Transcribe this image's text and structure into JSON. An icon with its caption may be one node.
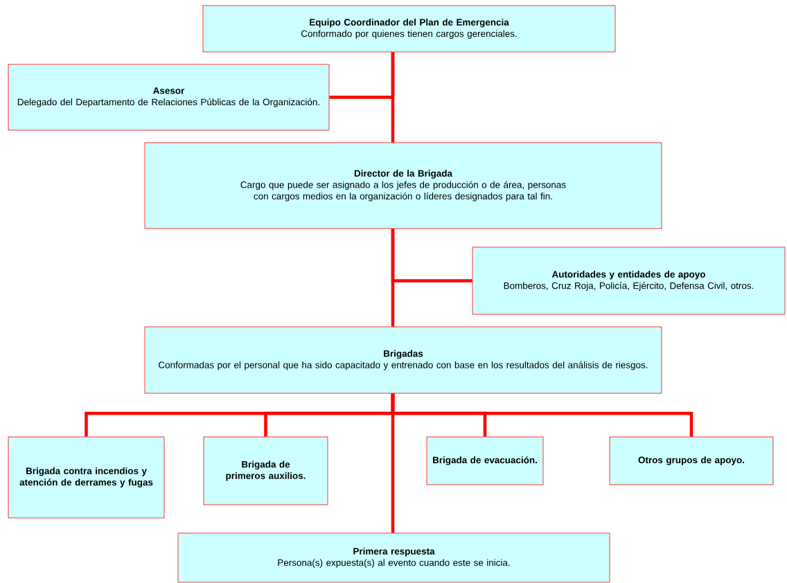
{
  "diagram": {
    "nodes": [
      {
        "text": [
          "Equipo Coordinador del Plan de Emergencia",
          "Conformado por quienes tienen cargos gerenciales."
        ]
      },
      {
        "text": [
          "Asesor",
          "Delegado del Departamento de Relaciones Públicas de la Organización."
        ]
      },
      {
        "text": [
          "Director de la Brigada",
          "Cargo que puede ser asignado a los jefes de producción o de área, personas con cargos medios en la organización o líderes designados para tal fin."
        ]
      },
      {
        "text": [
          "Autoridades y entidades de apoyo",
          "Bomberos, Cruz Roja, Policía, Ejército, Defensa Civil, otros."
        ]
      },
      {
        "text": [
          "Brigadas",
          "Conformadas por el personal que ha sido capacitado y entrenado con base en los resultados del análisis de riesgos."
        ]
      },
      {
        "text": [
          "Brigada contra incendios y atención de derrames y fugas"
        ]
      },
      {
        "text": [
          "Brigada de primeros auxilios."
        ]
      },
      {
        "text": [
          "Brigada de evacuación."
        ]
      },
      {
        "text": [
          "Otros grupos de apoyo."
        ]
      },
      {
        "text": [
          "Primera respuesta",
          "Persona(s) expuesta(s) al evento cuando este se inicia."
        ]
      }
    ],
    "edges": [
      {
        "from": 0,
        "to": 1,
        "arrow": "none"
      },
      {
        "from": 0,
        "to": 2,
        "arrow": "none"
      },
      {
        "from": 2,
        "to": 3,
        "arrow": "none"
      },
      {
        "from": 2,
        "to": 4,
        "arrow": "none"
      },
      {
        "from": 4,
        "to": 5,
        "arrow": "none"
      },
      {
        "from": 4,
        "to": 6,
        "arrow": "none"
      },
      {
        "from": 4,
        "to": 7,
        "arrow": "none"
      },
      {
        "from": 4,
        "to": 8,
        "arrow": "none"
      },
      {
        "from": 4,
        "to": 9,
        "arrow": "none"
      }
    ]
  }
}
